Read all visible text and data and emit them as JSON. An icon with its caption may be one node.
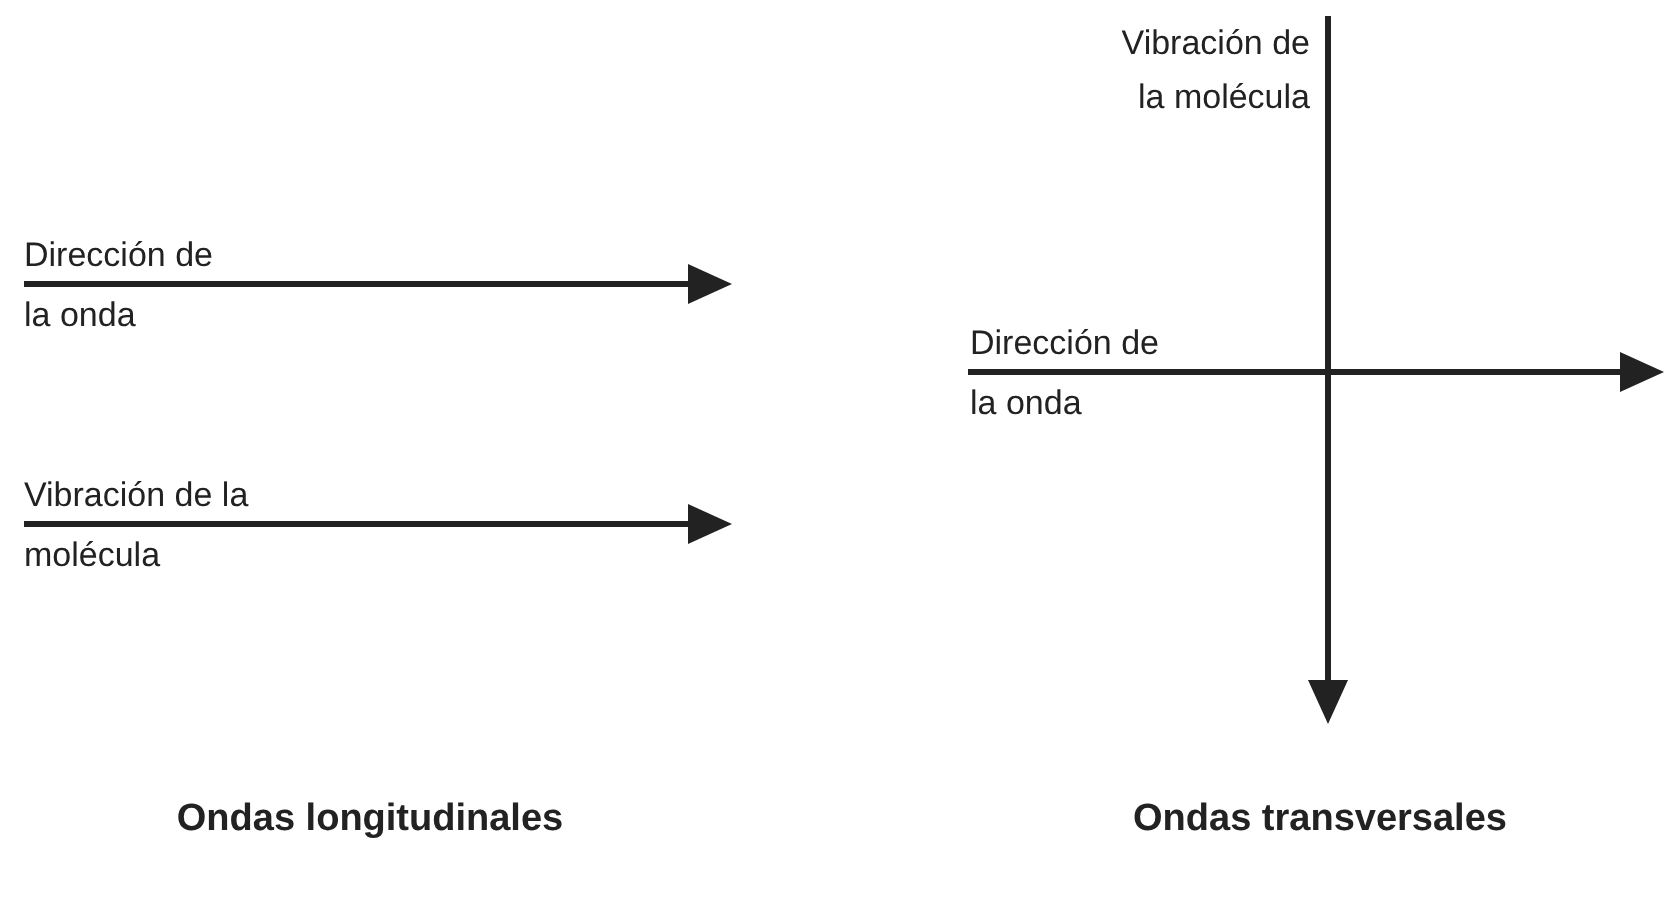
{
  "diagram": {
    "labels": [
      "Vibración de la molécula",
      "Dirección de la onda",
      "Dirección de la onda",
      "Vibración de la molécula",
      "Ondas longitudinales",
      "Ondas transversales"
    ]
  }
}
